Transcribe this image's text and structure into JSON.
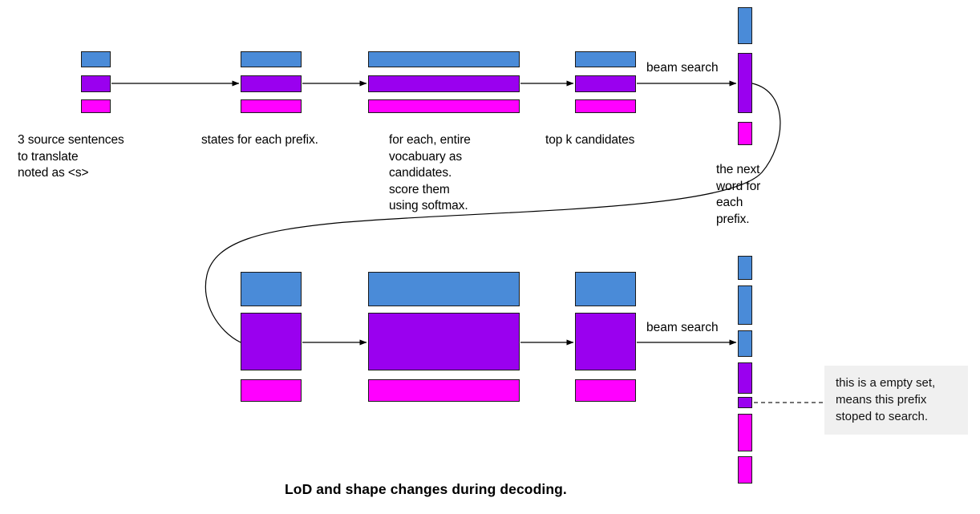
{
  "figure": {
    "title": "LoD and shape changes during decoding.",
    "colors": {
      "blue": "#4a8bd8",
      "purple": "#9a00ef",
      "magenta": "#ff00ff",
      "outline": "#1a1a1a",
      "callout_bg": "#f0f0f0",
      "background": "#ffffff"
    }
  },
  "top_row": {
    "captions": [
      "3 source sentences\nto translate\nnoted as <s>",
      "states for each prefix.",
      "for each, entire\nvocabuary as\ncandidates.\nscore them\nusing softmax.",
      "top k candidates"
    ],
    "arrow_labels": {
      "beam_search": "beam search"
    },
    "output_caption": "the next\nword for\neach\nprefix."
  },
  "bottom_row": {
    "arrow_labels": {
      "beam_search": "beam search"
    },
    "callout": "this is a empty set,\nmeans this prefix\nstoped to search."
  }
}
